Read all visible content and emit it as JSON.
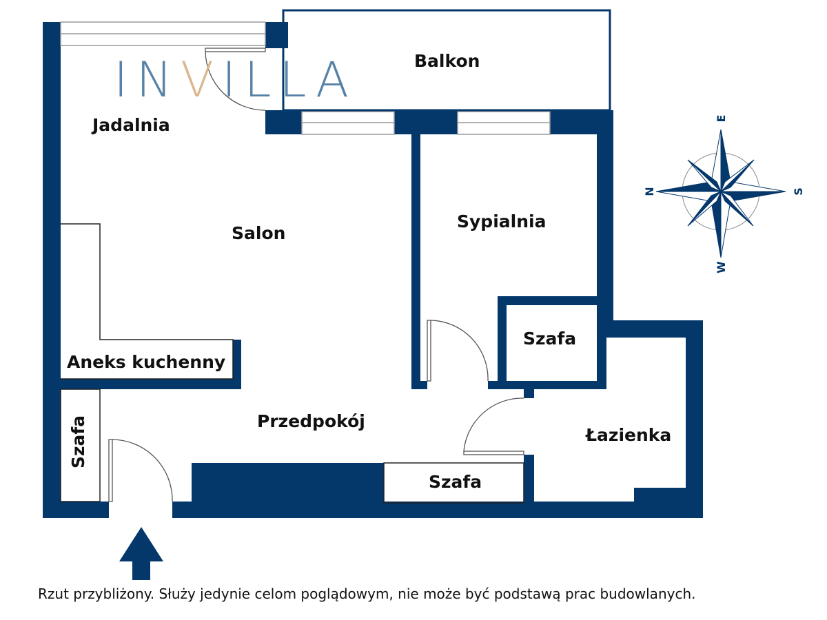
{
  "logo": {
    "part1": "IN",
    "v": "V",
    "part2": "ILLA"
  },
  "rooms": {
    "jadalnia": "Jadalnia",
    "balkon": "Balkon",
    "salon": "Salon",
    "sypialnia": "Sypialnia",
    "aneks": "Aneks kuchenny",
    "szafa_left": "Szafa",
    "przedpokoj": "Przedpokój",
    "szafa_bedroom": "Szafa",
    "lazienka": "Łazienka",
    "szafa_hall": "Szafa"
  },
  "compass": {
    "north": "N",
    "east": "E",
    "south": "S",
    "west": "W"
  },
  "disclaimer": "Rzut przybliżony. Służy jedynie celom poglądowym, nie może być podstawą prac budowlanych.",
  "colors": {
    "wall": "#04376a",
    "logo_blue": "#4f7ca3",
    "logo_gold": "#d9b48a"
  }
}
